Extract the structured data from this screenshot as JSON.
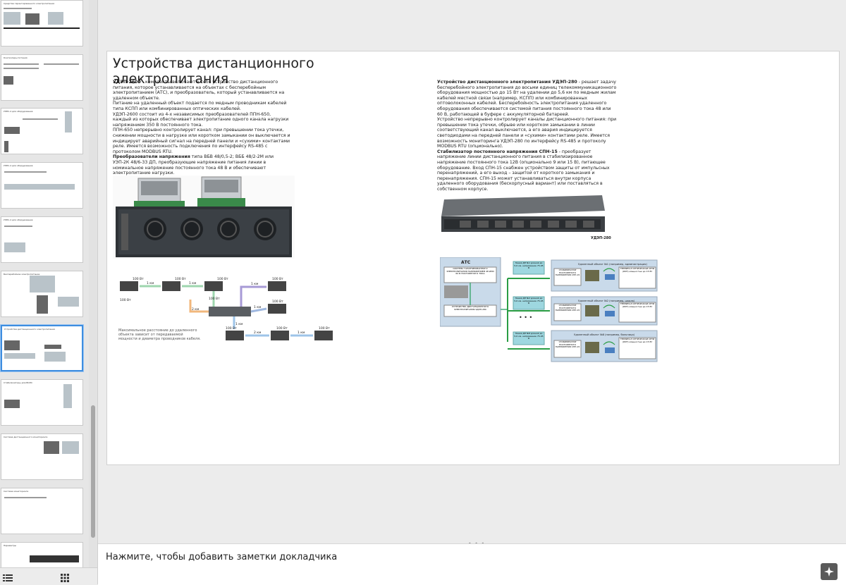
{
  "notes": {
    "placeholder": "Нажмите, чтобы добавить заметки докладчика"
  },
  "slide": {
    "title": "Устройства дистанционного электропитания",
    "left": {
      "p1_bold": "УДЭП-2600",
      "p1": "- комплекты включают в себя устройство дистанционного питания, которое устанавливается на объектах с бесперебойным электропитанием (АТС), и преобразователь, который устанавливается на удаленном объекте.",
      "p2": "Питание на удаленный объект подается по медным проводникам кабелей типа КСПП или комбинированных оптических кабелей.",
      "p3": "УДЭП-2600 состоит из 4-х независимых преобразователей ППН-650, каждый из которых обеспечивает электропитание одного канала нагрузки напряжением 350 В постоянного тока.",
      "p4": "ППН-650 непрерывно контролирует канал: при превышении тока утечки, снижении мощности в нагрузке или коротком замыкании он выключается и индицирует аварийный сигнал на передней панели и «сухими» контактами реле. Имеется возможность подключения по интерфейсу RS-485 с протоколом MODBUS RTU.",
      "p5_bold": "Преобразователи напряжения",
      "p5": "типа ВБВ 48/0,5-2; ВББ 48/2-2М или УЭП-2К 48/6-33 ДП, преобразующие напряжение питания линии в номинальное напряжение постоянного тока 48 В и обеспечивают электропитание нагрузки.",
      "diagram_caption": "Максимальное расстояние до удаленного объекта зависит от передаваемой мощности и диаметра проводников кабеля.",
      "diagram_labels": [
        "100 Вт",
        "100 Вт",
        "100 Вт",
        "100 Вт",
        "1 км",
        "1 км",
        "1 км",
        "1 км",
        "100 Вт",
        "2 км",
        "100 Вт",
        "1 км",
        "100 Вт",
        "2 км",
        "100 Вт",
        "1 км",
        "100 Вт",
        "100 Вт"
      ]
    },
    "right": {
      "p1_bold": "Устройство дистанционного электропитания УДЭП-280",
      "p1": "- решает задачу бесперебойного электропитания до восьми единиц телекоммуникационного оборудования мощностью до 15 Вт на удалении до 5,6 км по медным жилам кабелей местной связи (например, КСПП) или комбинированных оптоволоконных кабелей. Бесперебойность электропитания удаленного оборудования обеспечивается системой питания постоянного тока 48 или 60 В, работающей в буфере с аккумуляторной батареей.",
      "p2": "Устройство непрерывно контролирует каналы дистанционного питания: при превышении тока утечки, обрыве или коротком замыкании в линии соответствующий канал выключается, а его авария индицируется светодиодами на передней панели и «сухими» контактами реле. Имеется возможность мониторинга УДЭП-280 по интерфейсу RS-485 и протоколу MODBUS RTU (опционально).",
      "p3_bold": "Стабилизатор постоянного напряжения СПН-15",
      "p3": "- преобразует напряжение линии дистанционного питания в стабилизированное напряжение постоянного тока 12В (опционально 9 или 15 В), питающее оборудование. Вход СПН-15 снабжен устройством защиты от импульсных перенапряжений, а его выход – защитой от короткого замыкания и перенапряжения. СПН-15 может устанавливаться внутри корпуса удаленного оборудования (бескорпусный вариант) или поставляться в собственном корпусе.",
      "photo_caption": "УДЭП-280",
      "ats": {
        "title": "АТС",
        "box1": "СИСТЕМА ГАРАНТИРОВАННОГО ЭЛЕКТРОПИТАНИЯ НАПРЯЖЕНИЕМ 48 ИЛИ 60 В ПОСТОЯННОГО ТОКА",
        "box2": "УСТРОЙСТВО ДИСТАНЦИОННОГО ЭЛЕКТРОПИТАНИЯ УДЭП-280",
        "lines": [
          "Линия ДП №1 длиной до 5,6 км, напряжение 75-95 В",
          "Линия ДП №2 длиной до 5,6 км, напряжение 75-95 В",
          "Линия ДП №8 длиной до 5,6 км, напряжение 75-95 В"
        ],
        "objects": [
          "Удаленный объект №1 (например, администрация)",
          "Удаленный объект №2 (например, школа)",
          "Удаленный объект №8 (например, больница)"
        ],
        "stabilizer": "СТАБИЛИЗАТОР ПОСТОЯННОГО НАПРЯЖЕНИЯ СПН-15",
        "terminal": "ТЕРМИНАЛ ОПТИЧЕСКОЙ СЕТИ (ONT) мощностью до 15 Вт"
      }
    }
  },
  "thumbnails": [
    {
      "title": "Средства гарантированного электропитания"
    },
    {
      "title": "Контролеры питания"
    },
    {
      "title": "УЭПС-2 для оборудования"
    },
    {
      "title": "УЭПС-2 для оборудования"
    },
    {
      "title": "УЭПС-2 для оборудования"
    },
    {
      "title": "Бесперебойное электропитание"
    },
    {
      "title": "Устройства дистанционного электропитания"
    },
    {
      "title": "Стабилизаторы для ВОЛС"
    },
    {
      "title": "Система дистанционного мониторинга"
    },
    {
      "title": "Система мониторинга"
    },
    {
      "title": "Параметры"
    }
  ]
}
